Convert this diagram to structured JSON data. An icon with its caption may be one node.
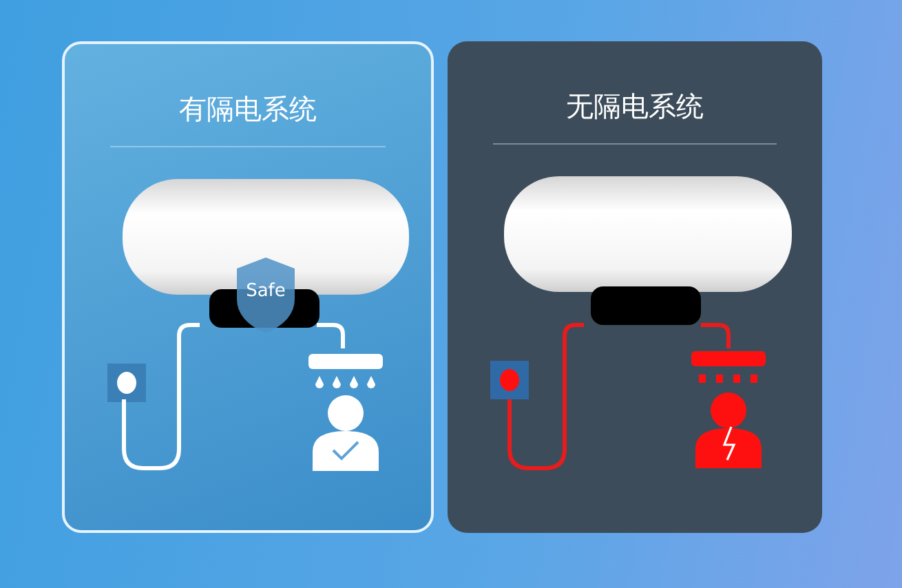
{
  "diagram": {
    "nodes": [
      {
        "text": [
          "有隔电系统"
        ]
      },
      {
        "text": [],
        "shape": "picture",
        "in": 0
      },
      {
        "text": [
          "Safe"
        ],
        "in": 0
      },
      {
        "text": [],
        "shape": "box",
        "in": 0
      },
      {
        "text": [],
        "shape": "person",
        "in": 0
      },
      {
        "text": [
          "无隔电系统"
        ]
      },
      {
        "text": [],
        "shape": "picture",
        "in": 5
      },
      {
        "text": [],
        "shape": "box",
        "in": 5
      },
      {
        "text": [],
        "shape": "person",
        "in": 5
      }
    ],
    "edges": [
      {
        "from": 3,
        "to": 1,
        "arrow": "none",
        "color": "#ffffff"
      },
      {
        "from": 1,
        "to": 4,
        "arrow": "none",
        "color": "#ffffff"
      },
      {
        "from": 7,
        "to": 6,
        "arrow": "none",
        "color": "#e81c1c"
      },
      {
        "from": 6,
        "to": 8,
        "arrow": "none",
        "color": "#e81c1c"
      }
    ]
  }
}
